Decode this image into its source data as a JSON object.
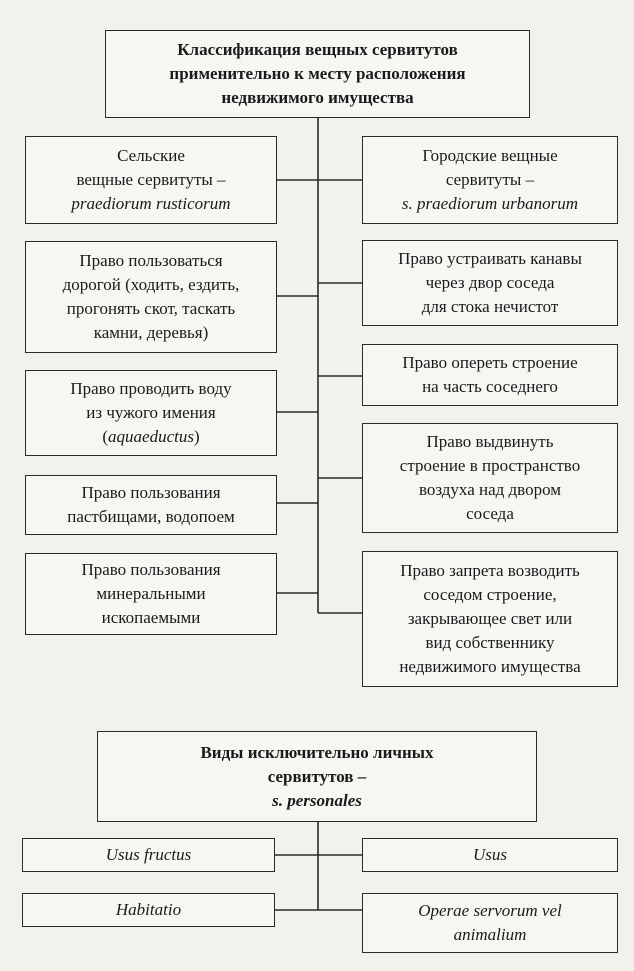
{
  "diagram1": {
    "title": [
      "Классификация вещных сервитутов",
      "применительно к месту расположения",
      "недвижимого имущества"
    ],
    "left_header": [
      "Сельские",
      "вещные сервитуты –",
      "praediorum rusticorum"
    ],
    "right_header": [
      "Городские вещные",
      "сервитуты –",
      "s. praediorum urbanorum"
    ],
    "left_items": [
      [
        "Право пользоваться",
        "дорогой (ходить, ездить,",
        "прогонять скот, таскать",
        "камни, деревья)"
      ],
      [
        "Право проводить воду",
        "из чужого имения",
        "(aquaeductus)"
      ],
      [
        "Право пользования",
        "пастбищами, водопоем"
      ],
      [
        "Право пользования",
        "минеральными",
        "ископаемыми"
      ]
    ],
    "right_items": [
      [
        "Право устраивать канавы",
        "через двор соседа",
        "для стока нечистот"
      ],
      [
        "Право опереть строение",
        "на часть соседнего"
      ],
      [
        "Право выдвинуть",
        "строение в пространство",
        "воздуха над двором",
        "соседа"
      ],
      [
        "Право запрета возводить",
        "соседом строение,",
        "закрывающее свет или",
        "вид собственнику",
        "недвижимого имущества"
      ]
    ]
  },
  "diagram2": {
    "title": [
      "Виды исключительно личных",
      "сервитутов –",
      "s. personales"
    ],
    "items": [
      "Usus fructus",
      "Usus",
      "Habitatio",
      [
        "Operae servorum vel",
        "animalium"
      ]
    ]
  }
}
